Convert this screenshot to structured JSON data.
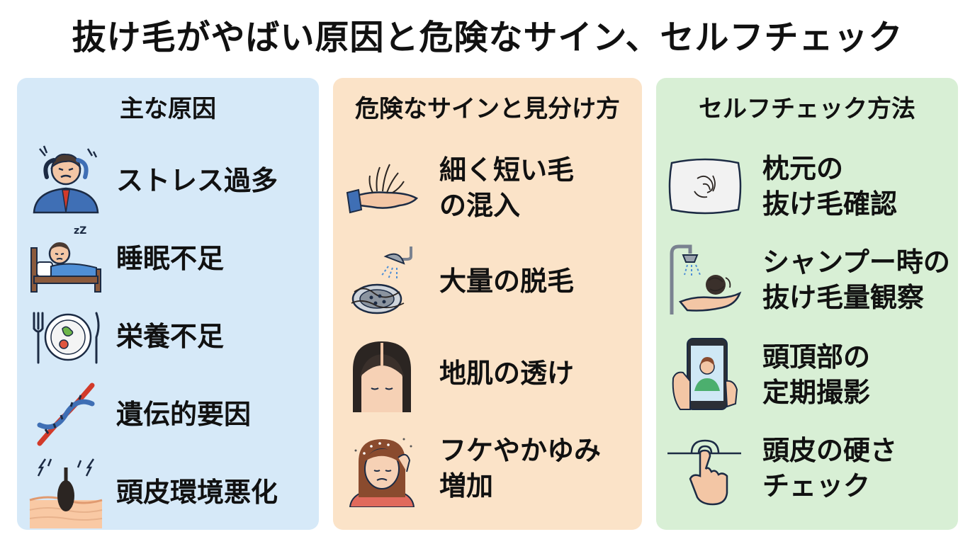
{
  "title": "抜け毛がやばい原因と危険なサイン、セルフチェック",
  "columns": [
    {
      "heading": "主な原因",
      "items": [
        {
          "label": "ストレス過多",
          "icon": "stressed-person-icon"
        },
        {
          "label": "睡眠不足",
          "icon": "sleepless-bed-icon"
        },
        {
          "label": "栄養不足",
          "icon": "plate-cutlery-icon"
        },
        {
          "label": "遺伝的要因",
          "icon": "dna-icon"
        },
        {
          "label": "頭皮環境悪化",
          "icon": "scalp-follicle-icon"
        }
      ]
    },
    {
      "heading": "危険なサインと見分け方",
      "items": [
        {
          "label": "細く短い毛\nの混入",
          "icon": "hand-hairs-icon"
        },
        {
          "label": "大量の脱毛",
          "icon": "shower-drain-icon"
        },
        {
          "label": "地肌の透け",
          "icon": "thinning-part-icon"
        },
        {
          "label": "フケやかゆみ\n増加",
          "icon": "itchy-scalp-icon"
        }
      ]
    },
    {
      "heading": "セルフチェック方法",
      "items": [
        {
          "label": "枕元の\n抜け毛確認",
          "icon": "pillow-icon"
        },
        {
          "label": "シャンプー時の\n抜け毛量観察",
          "icon": "shower-hand-icon"
        },
        {
          "label": "頭頂部の\n定期撮影",
          "icon": "smartphone-photo-icon"
        },
        {
          "label": "頭皮の硬さ\nチェック",
          "icon": "finger-press-icon"
        }
      ]
    }
  ],
  "colors": {
    "col1_bg": "#d6e9f8",
    "col2_bg": "#fbe3c8",
    "col3_bg": "#d8efd5"
  }
}
